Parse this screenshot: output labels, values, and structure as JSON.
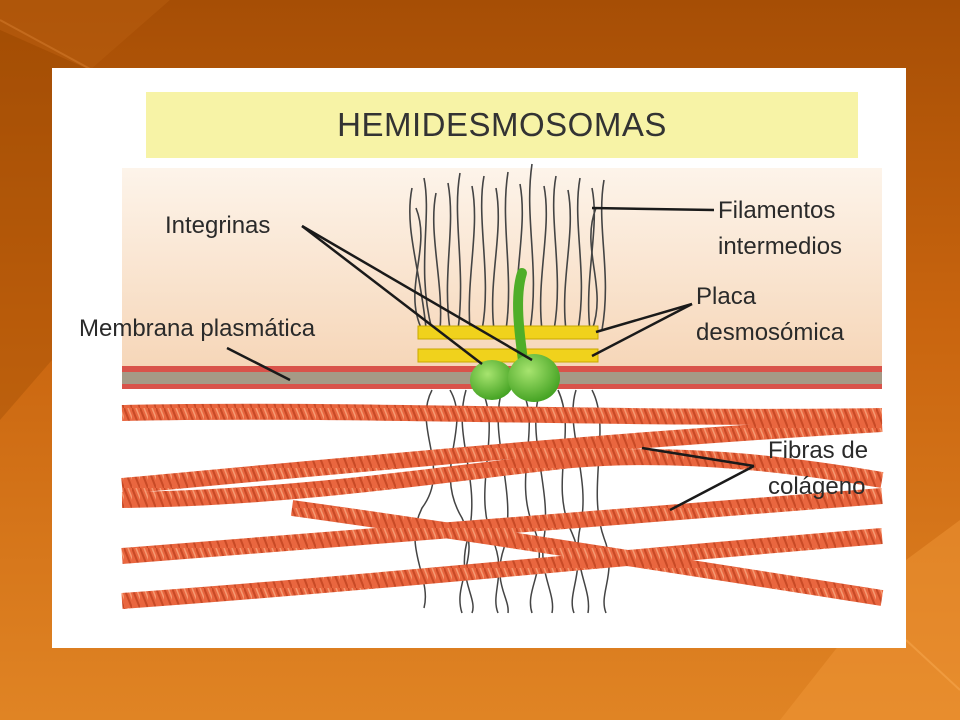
{
  "title": "HEMIDESMOSOMAS",
  "labels": {
    "integrinas": "Integrinas",
    "membrana": "Membrana plasmática",
    "filamentos_1": "Filamentos",
    "filamentos_2": "intermedios",
    "placa_1": "Placa",
    "placa_2": "desmosómica",
    "fibras_1": "Fibras de",
    "fibras_2": "colágeno"
  },
  "colors": {
    "background": "#c9650f",
    "panel": "#ffffff",
    "title_band": "#f7f3a6",
    "cytoplasm": "#f7dcc2",
    "membrane_outer": "#d9534a",
    "membrane_inner": "#a59a86",
    "plaque": "#f0d21c",
    "integrin": "#6cc13c",
    "collagen": "#e9663f",
    "filament": "#444444"
  }
}
